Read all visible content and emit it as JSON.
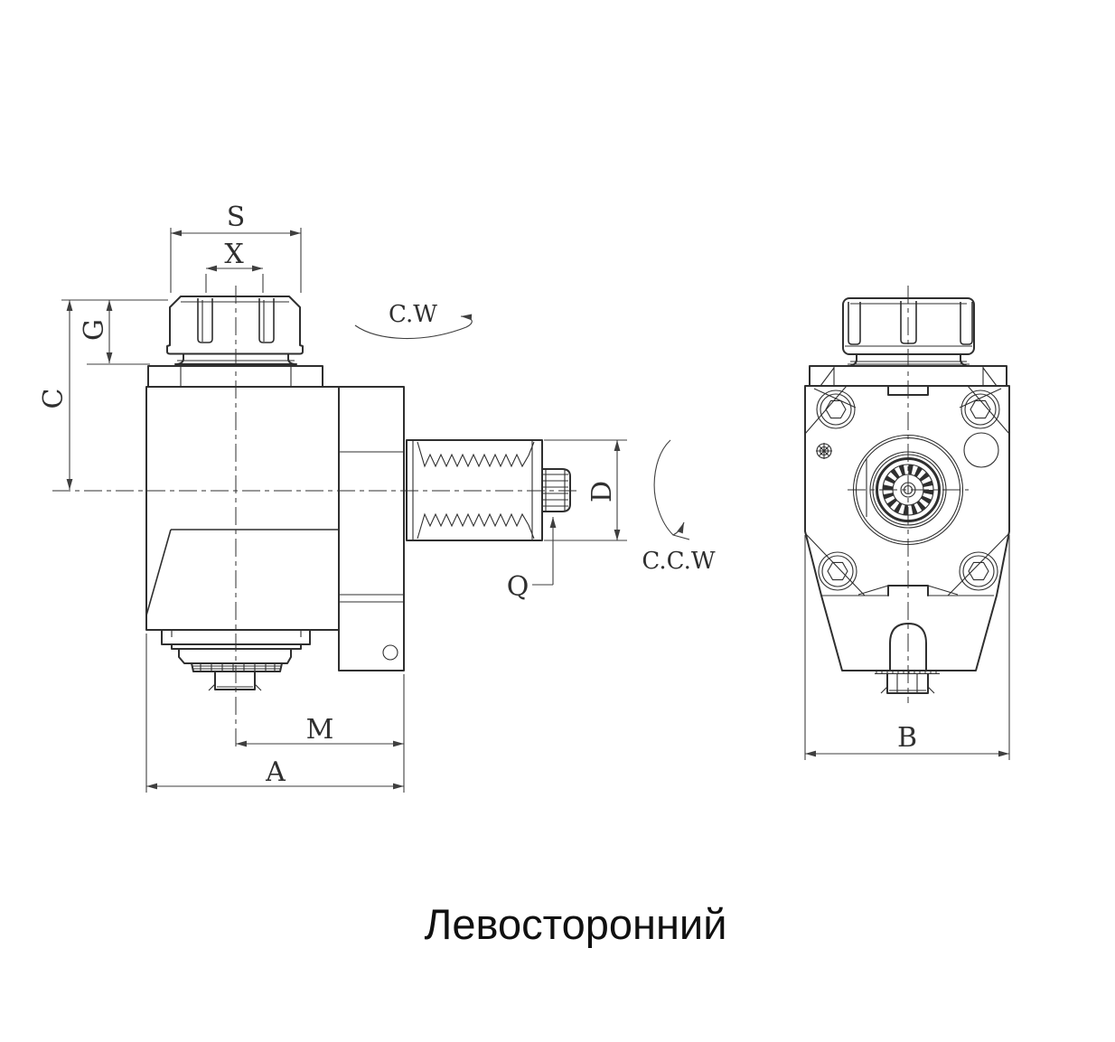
{
  "caption": {
    "text": "Левосторонний"
  },
  "labels": {
    "s": "S",
    "x": "X",
    "g": "G",
    "c": "C",
    "d": "D",
    "q": "Q",
    "m": "M",
    "a": "A",
    "b": "B",
    "cw": "C.W",
    "ccw": "C.C.W"
  },
  "colors": {
    "line": "#2f2f2f",
    "dim": "#3f3f3f",
    "caption": "#101010",
    "bg": "#ffffff"
  }
}
